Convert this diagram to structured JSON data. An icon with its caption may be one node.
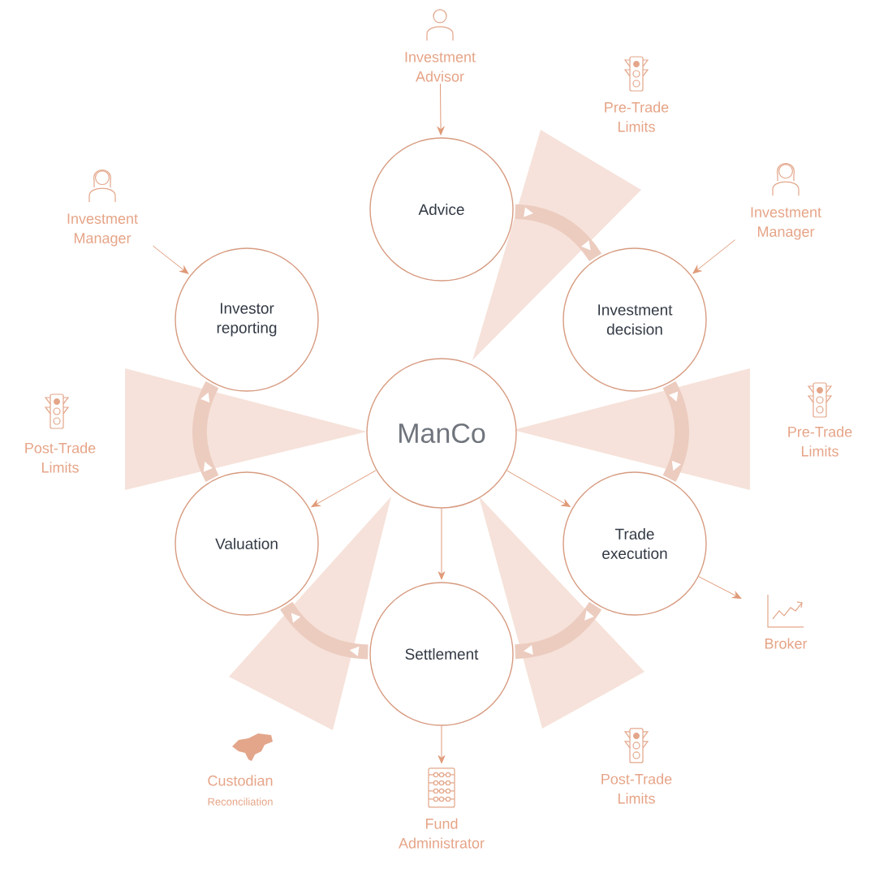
{
  "diagram": {
    "nodes": [
      {
        "text": [
          "ManCo"
        ]
      },
      {
        "text": [
          "Advice"
        ]
      },
      {
        "text": [
          "Investment decision"
        ]
      },
      {
        "text": [
          "Trade execution"
        ]
      },
      {
        "text": [
          "Settlement"
        ]
      },
      {
        "text": [
          "Valuation"
        ]
      },
      {
        "text": [
          "Investor reporting"
        ]
      },
      {
        "text": [
          "Investment Advisor"
        ]
      },
      {
        "text": [
          "Investment Manager"
        ]
      },
      {
        "text": [
          "Investment Manager"
        ]
      },
      {
        "text": [
          "Broker"
        ]
      },
      {
        "text": [
          "Fund Administrator"
        ]
      }
    ],
    "edges": [
      {
        "from": 7,
        "to": 1,
        "arrow": "to"
      },
      {
        "from": 9,
        "to": 6,
        "arrow": "to"
      },
      {
        "from": 8,
        "to": 2,
        "arrow": "to"
      },
      {
        "from": 0,
        "to": 5,
        "arrow": "to"
      },
      {
        "from": 0,
        "to": 4,
        "arrow": "to"
      },
      {
        "from": 0,
        "to": 3,
        "arrow": "to"
      },
      {
        "from": 3,
        "to": 10,
        "arrow": "to"
      },
      {
        "from": 4,
        "to": 11,
        "arrow": "to"
      },
      {
        "from": 1,
        "to": 2,
        "arrow": "to",
        "style": "thick",
        "color": "#ecccbf"
      },
      {
        "from": 2,
        "to": 3,
        "arrow": "to",
        "style": "thick",
        "color": "#ecccbf"
      },
      {
        "from": 3,
        "to": 4,
        "arrow": "to",
        "style": "thick",
        "color": "#ecccbf"
      },
      {
        "from": 4,
        "to": 5,
        "arrow": "to",
        "style": "thick",
        "color": "#ecccbf"
      },
      {
        "from": 5,
        "to": 6,
        "arrow": "to",
        "style": "thick",
        "color": "#ecccbf"
      }
    ],
    "labels": [
      "Pre-Trade Limits",
      "Post-Trade Limits",
      "Pre-Trade Limits",
      "Custodian",
      "Reconciliation",
      "Post-Trade Limits"
    ]
  }
}
